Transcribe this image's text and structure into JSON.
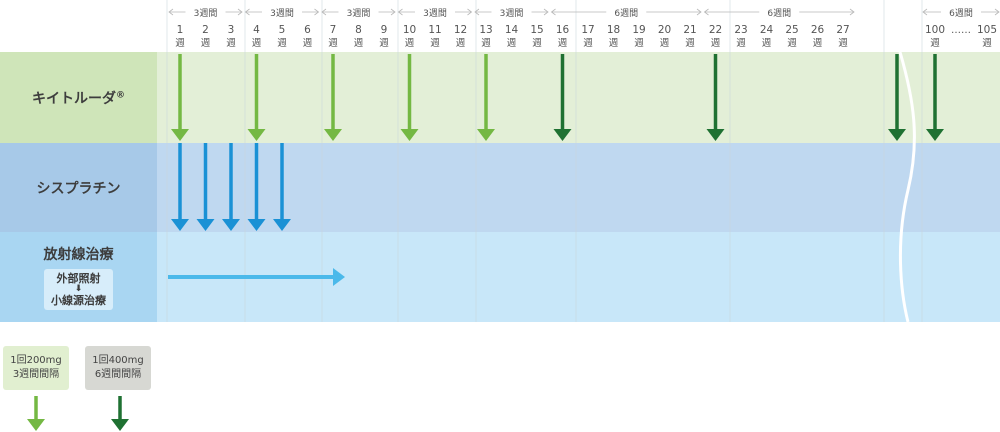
{
  "rows": {
    "keytruda": {
      "label": "キイトルーダ",
      "mark": "®"
    },
    "cisplatin": {
      "label": "シスプラチン"
    },
    "radiation": {
      "label": "放射線治療",
      "sub1": "外部照射",
      "sub_arrow": "⬇",
      "sub2": "小線源治療"
    }
  },
  "header": {
    "groups": [
      {
        "label": "3週間",
        "from": 1,
        "to": 3
      },
      {
        "label": "3週間",
        "from": 4,
        "to": 6
      },
      {
        "label": "3週間",
        "from": 7,
        "to": 9
      },
      {
        "label": "3週間",
        "from": 10,
        "to": 12
      },
      {
        "label": "3週間",
        "from": 13,
        "to": 15
      },
      {
        "label": "6週間",
        "from": 16,
        "to": 21
      },
      {
        "label": "6週間",
        "from": 22,
        "to": 27
      },
      {
        "label": "6週間",
        "from": 100,
        "to": 105
      }
    ],
    "week_unit": "週",
    "weeks": [
      "1",
      "2",
      "3",
      "4",
      "5",
      "6",
      "7",
      "8",
      "9",
      "10",
      "11",
      "12",
      "13",
      "14",
      "15",
      "16",
      "17",
      "18",
      "19",
      "20",
      "21",
      "22",
      "23",
      "24",
      "25",
      "26",
      "27"
    ],
    "week_100": "100",
    "week_ellipsis": "……",
    "week_105": "105"
  },
  "keytruda_doses": {
    "dose_200mg_q3w_weeks": [
      1,
      4,
      7,
      10,
      13
    ],
    "dose_400mg_q6w_weeks": [
      16,
      22,
      "after 27",
      100
    ]
  },
  "cisplatin_weeks": [
    1,
    2,
    3,
    4,
    5
  ],
  "radiation_span_weeks": [
    1,
    7
  ],
  "legend": [
    {
      "line1": "1回200mg",
      "line2": "3週間間隔",
      "color": "#74b843"
    },
    {
      "line1": "1回400mg",
      "line2": "6週間間隔",
      "color": "#1f7132"
    }
  ],
  "colors": {
    "keytruda_row": "#e3efd7",
    "keytruda_label": "#cfe5b9",
    "cis_row": "#bfd8f0",
    "cis_label": "#a7c9e8",
    "rad_row": "#c8e7f9",
    "rad_label": "#a9d6f2",
    "arrow_light_green": "#74b843",
    "arrow_dark_green": "#1f7132",
    "arrow_blue": "#1a91d5",
    "arrow_light_blue": "#4bb9ea"
  }
}
